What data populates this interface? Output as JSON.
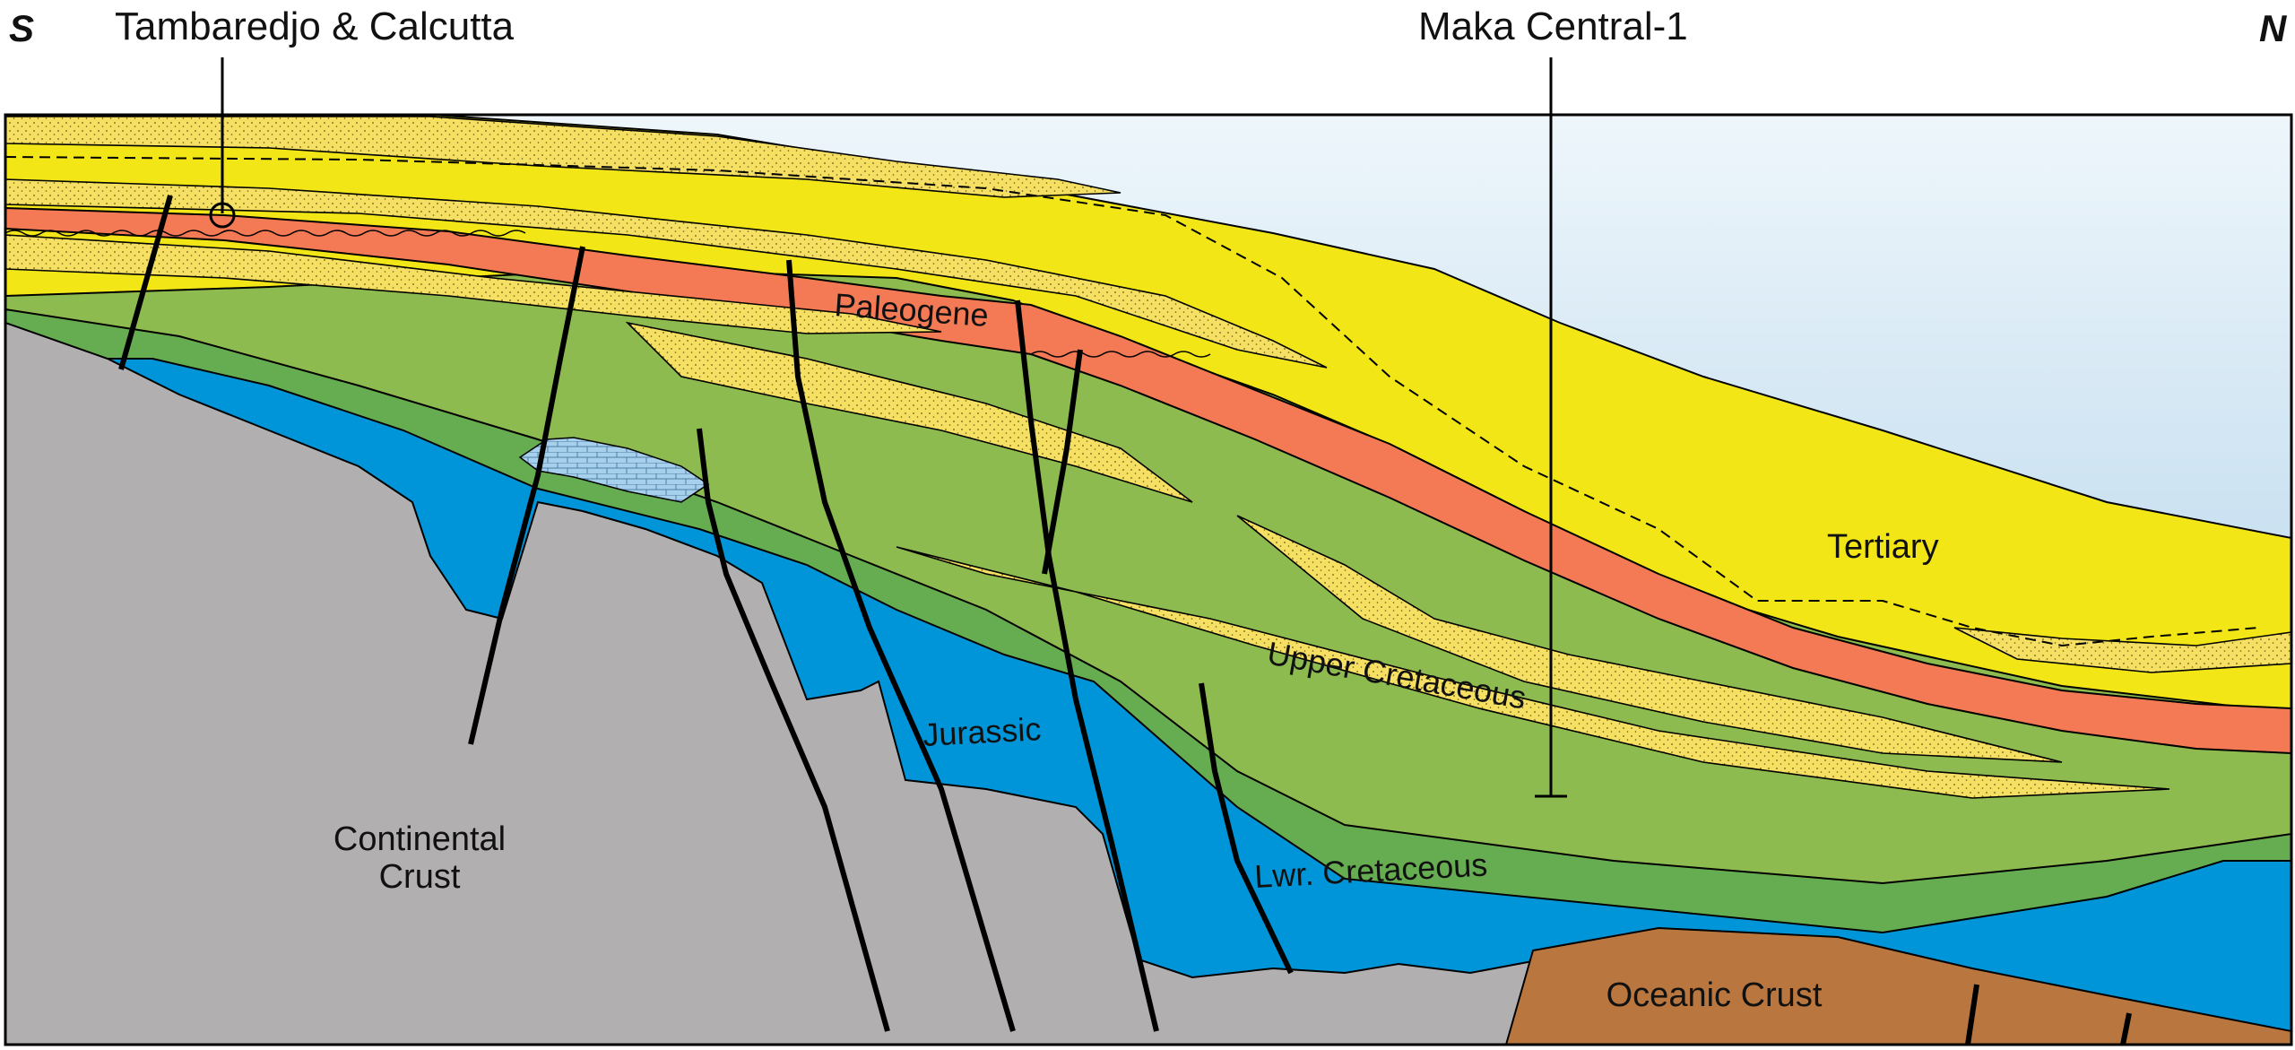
{
  "direction": {
    "left": "S",
    "right": "N"
  },
  "wells": [
    {
      "name": "Tambaredjo & Calcutta"
    },
    {
      "name": "Maka Central-1"
    }
  ],
  "units": {
    "tertiary": "Tertiary",
    "paleogene": "Paleogene",
    "upper_cretaceous": "Upper Cretaceous",
    "jurassic": "Jurassic",
    "lwr_cretaceous": "Lwr. Cretaceous",
    "continental_crust_1": "Continental",
    "continental_crust_2": "Crust",
    "oceanic_crust": "Oceanic Crust"
  },
  "colors": {
    "sky_top": "#e8f2fa",
    "sky_bottom": "#a9cde6",
    "tertiary": "#f2e616",
    "sand": "#f5e063",
    "paleogene": "#f47a55",
    "upper_cretaceous": "#8dbb4f",
    "lower_cretaceous": "#66ad52",
    "jurassic": "#0095d9",
    "carbonate": "#a7d0ec",
    "continental_crust": "#b1afb0",
    "oceanic_crust": "#b9773f"
  }
}
